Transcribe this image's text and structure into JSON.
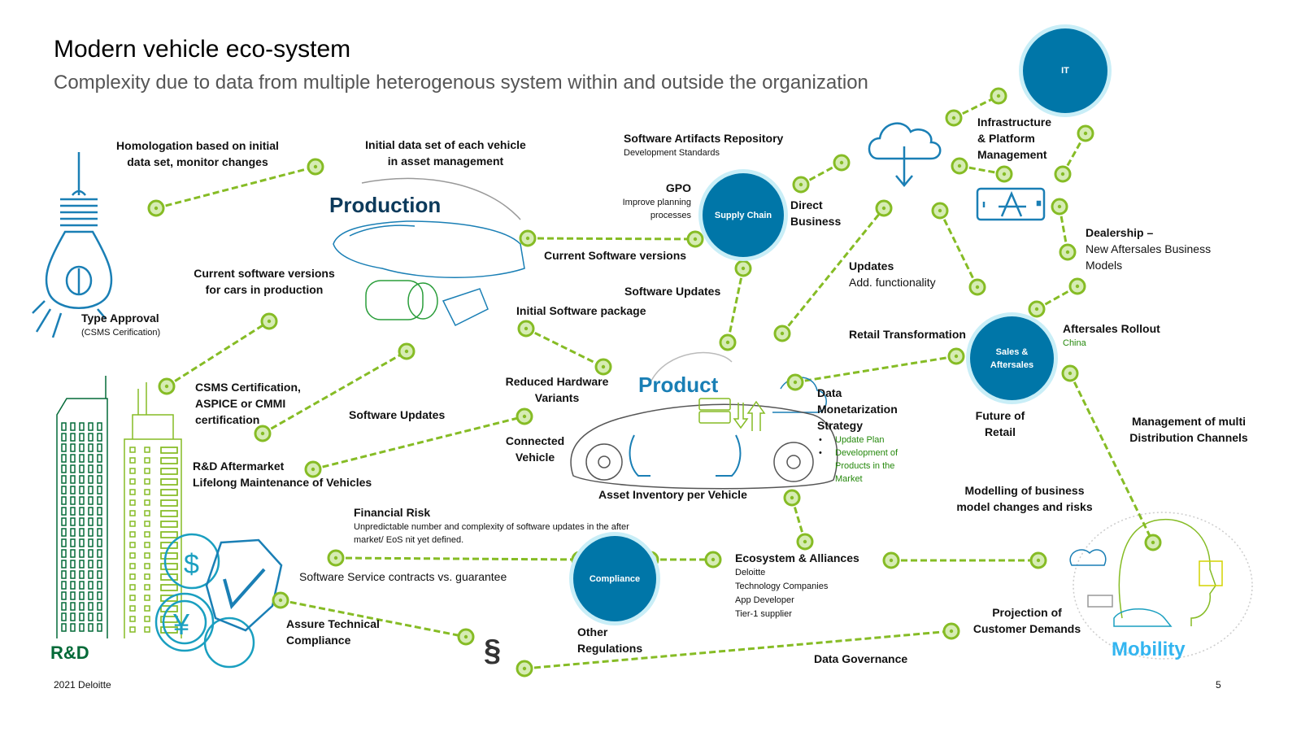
{
  "header": {
    "title": "Modern vehicle eco-system",
    "subtitle": "Complexity due to data from multiple heterogenous system within and outside the organization"
  },
  "hubs": {
    "it": "IT",
    "supply_chain": "Supply Chain",
    "sales_aftersales_line1": "Sales  &",
    "sales_aftersales_line2": "Aftersales",
    "compliance": "Compliance"
  },
  "domains": {
    "production": "Production",
    "product": "Product",
    "rd": "R&D",
    "mobility": "Mobility"
  },
  "labels": {
    "homologation": [
      "Homologation based on initial",
      "data set, monitor changes"
    ],
    "initial_data_set": [
      "Initial data set of each vehicle",
      "in asset management"
    ],
    "software_artifacts": {
      "title": "Software Artifacts Repository",
      "sub": "Development Standards"
    },
    "gpo": {
      "title": "GPO",
      "sub": [
        "Improve planning",
        "processes"
      ]
    },
    "direct_business": [
      "Direct",
      "Business"
    ],
    "infrastructure": [
      "Infrastructure",
      "& Platform",
      "Management"
    ],
    "current_software_versions": "Current Software versions",
    "software_updates_top": "Software Updates",
    "updates": {
      "title": "Updates",
      "sub": "Add. functionality"
    },
    "dealership": {
      "title": "Dealership –",
      "sub": [
        "New Aftersales Business",
        "Models"
      ]
    },
    "current_sw_production": [
      "Current software versions",
      "for cars in production"
    ],
    "type_approval": {
      "title": "Type Approval",
      "sub": "(CSMS Cerification)"
    },
    "initial_software_package": "Initial Software package",
    "retail_transformation": "Retail Transformation",
    "aftersales_rollout": {
      "title": "Aftersales Rollout",
      "sub": "China"
    },
    "reduced_hardware": [
      "Reduced Hardware",
      "Variants"
    ],
    "csms_certification": [
      "CSMS Certification,",
      "ASPICE or CMMI",
      "certification"
    ],
    "software_updates_mid": "Software Updates",
    "connected_vehicle": [
      "Connected",
      "Vehicle"
    ],
    "data_monetarization": {
      "title": [
        "Data",
        "Monetarization",
        "Strategy"
      ],
      "bullets": [
        "Update Plan",
        "Development of Products in the Market"
      ]
    },
    "future_of_retail": [
      "Future of",
      "Retail"
    ],
    "management_channels": [
      "Management of multi",
      "Distribution Channels"
    ],
    "rd_aftermarket": [
      "R&D Aftermarket",
      "Lifelong Maintenance of Vehicles"
    ],
    "asset_inventory": "Asset Inventory per Vehicle",
    "modelling_business": [
      "Modelling of business",
      "model changes and risks"
    ],
    "financial_risk": {
      "title": "Financial Risk",
      "sub": [
        "Unpredictable number and complexity of software updates in the after",
        "market/ EoS nit yet defined."
      ]
    },
    "software_service_contracts": "Software Service contracts vs. guarantee",
    "ecosystem": {
      "title": "Ecosystem & Alliances",
      "items": [
        "Deloitte",
        "Technology Companies",
        "App Developer",
        "Tier-1 supplier"
      ]
    },
    "assure_technical": [
      "Assure Technical",
      "Compliance"
    ],
    "other_regulations": [
      "Other",
      "Regulations"
    ],
    "projection_customer": [
      "Projection of",
      "Customer Demands"
    ],
    "data_governance": "Data Governance",
    "paragraph_symbol": "§"
  },
  "footer": {
    "copyright": "2021 Deloitte",
    "page_number": "5"
  },
  "colors": {
    "hub_blue": "#0076a8",
    "hub_ring": "#c9eef7",
    "connector_green": "#86bc25",
    "node_fill": "#d6ecb4",
    "production_navy": "#0c3a5b",
    "product_blue": "#1a7fb5",
    "rd_green": "#046a38",
    "mobility_cyan": "#33b5f0",
    "accent_green_text": "#26890d"
  }
}
